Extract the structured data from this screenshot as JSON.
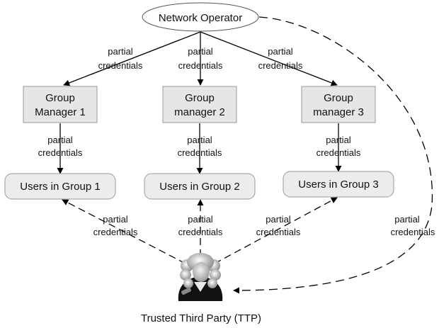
{
  "operator": {
    "label": "Network Operator"
  },
  "group_managers": [
    {
      "line1": "Group",
      "line2": "Manager 1"
    },
    {
      "line1": "Group",
      "line2": "manager 2"
    },
    {
      "line1": "Group",
      "line2": "manager 3"
    }
  ],
  "user_groups": [
    {
      "label": "Users in Group 1"
    },
    {
      "label": "Users in Group 2"
    },
    {
      "label": "Users in Group 3"
    }
  ],
  "edge_label": {
    "line1": "partial",
    "line2": "credentials"
  },
  "ttp": {
    "label": "Trusted Third Party (TTP)",
    "icon": "judge-wig-icon"
  }
}
